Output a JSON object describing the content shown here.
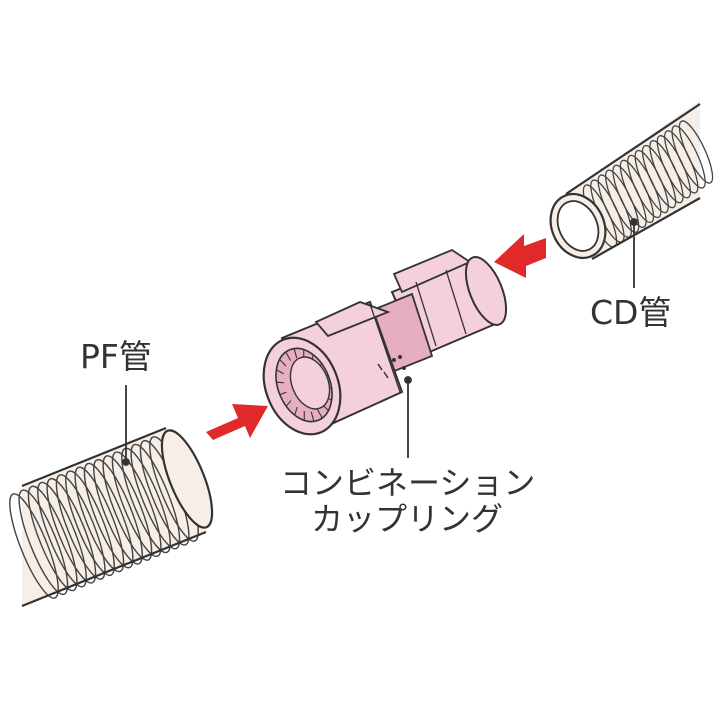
{
  "labels": {
    "pf_pipe": "PF管",
    "cd_pipe": "CD管",
    "coupling_line1": "コンビネーション",
    "coupling_line2": "カップリング"
  },
  "colors": {
    "coupling_fill": "#f4cfdc",
    "coupling_dark": "#e6aebf",
    "pipe_fill": "#f7efe7",
    "arrow": "#e02a2a",
    "outline": "#333333"
  }
}
